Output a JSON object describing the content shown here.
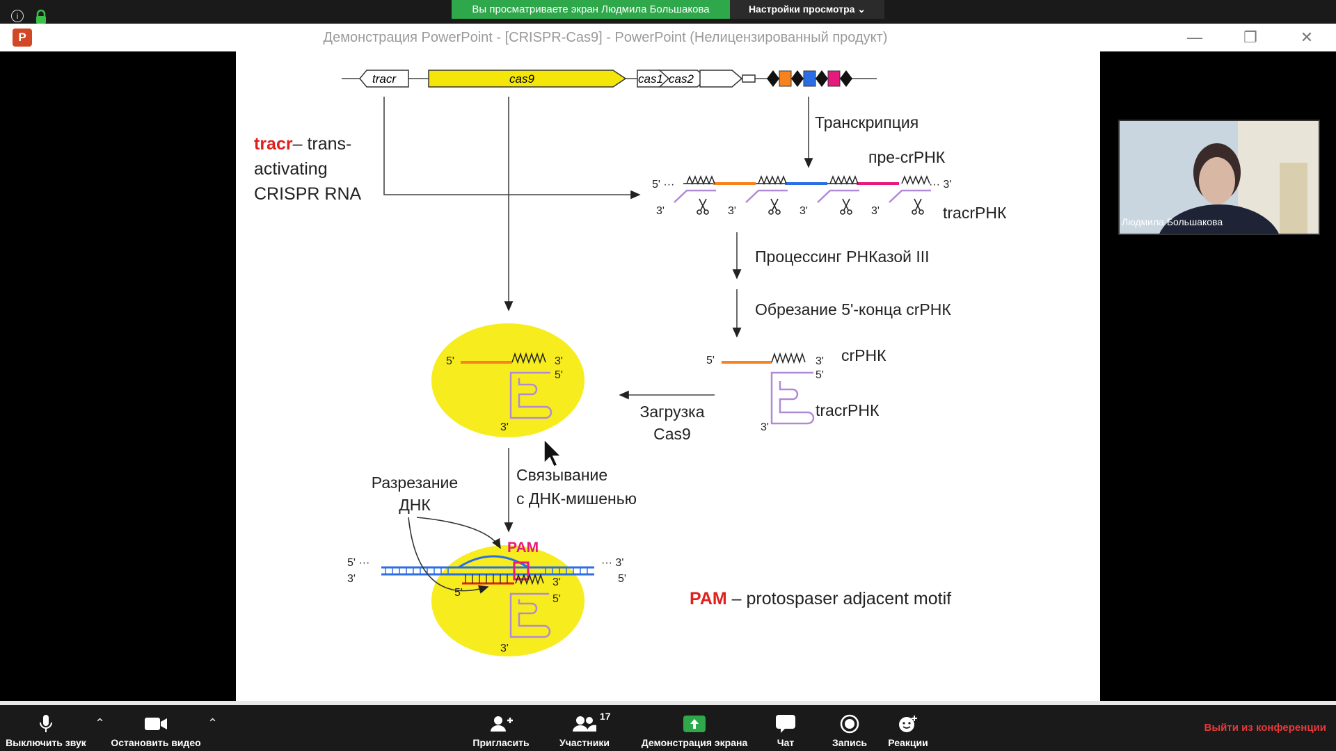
{
  "zoom": {
    "share_banner": "Вы просматриваете экран Людмила Большакова",
    "view_options": "Настройки просмотра ⌄",
    "info_icon": "i",
    "toolbar": {
      "mute": "Выключить звук",
      "stop_video": "Остановить видео",
      "invite": "Пригласить",
      "participants": "Участники",
      "participants_count": "17",
      "share_screen": "Демонстрация экрана",
      "chat": "Чат",
      "record": "Запись",
      "reactions": "Реакции",
      "leave": "Выйти из конференции"
    },
    "video": {
      "name": "Людмила Большакова"
    }
  },
  "powerpoint": {
    "logo": "P",
    "window_title": "Демонстрация PowerPoint - [CRISPR-Cas9] - PowerPoint (Нелицензированный продукт)",
    "controls": {
      "minimize": "—",
      "restore": "❐",
      "close": "✕"
    }
  },
  "slide": {
    "genes": {
      "tracr": "tracr",
      "cas9": "cas9",
      "cas1": "cas1",
      "cas2": "cas2"
    },
    "tracr_def": {
      "term": "tracr",
      "line1": "– trans-",
      "line2": "activating",
      "line3": "CRISPR RNA"
    },
    "transcription": "Транскрипция",
    "pre_crrna": "пре-crРНК",
    "tracrrna_top": "tracrРНК",
    "processing": "Процессинг РНКазой III",
    "trimming": "Обрезание 5'-конца crРНК",
    "crrna": "crРНК",
    "tracrrna_mid": "tracrРНК",
    "loading_line1": "Загрузка",
    "loading_line2": "Cas9",
    "binding_line1": "Связывание",
    "binding_line2": "с ДНК-мишенью",
    "cutting_line1": "Разрезание",
    "cutting_line2": "ДНК",
    "pam_label": "PAM",
    "pam_def_term": "PAM",
    "pam_def_text": " – protospaser adjacent motif",
    "end_5": "5'",
    "end_3": "3'",
    "dots_left": "5' ···",
    "dots_right": "··· 3'"
  },
  "colors": {
    "cas9_yellow": "#f5e60a",
    "cas9_blob": "#f7ec1e",
    "spacer_orange": "#f7821e",
    "spacer_blue": "#2a6ee6",
    "spacer_pink": "#e6197d",
    "tracr_purple": "#b08ad6",
    "tracr_red": "#e0201e",
    "zoom_green": "#2ea84a"
  }
}
